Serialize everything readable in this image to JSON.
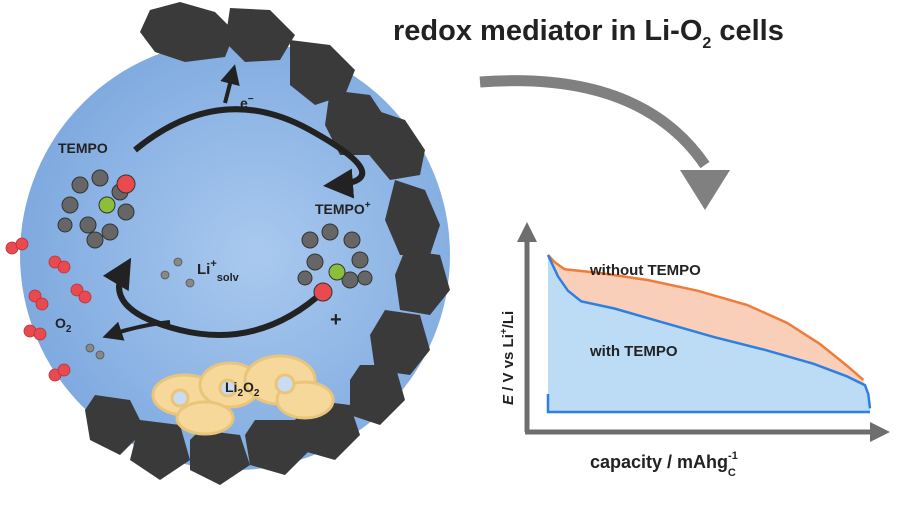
{
  "title": {
    "main": "redox mediator in Li-O",
    "sub": "2",
    "tail": " cells"
  },
  "cycle": {
    "tempo": "TEMPO",
    "tempo_plus_base": "TEMPO",
    "tempo_plus_sup": "+",
    "electron": "e",
    "electron_sup": "−",
    "li_base": "Li",
    "li_sup": "+",
    "li_sub": "solv",
    "o2_base": "O",
    "o2_sub": "2",
    "plus_sign": "+",
    "li2o2_a": "Li",
    "li2o2_b": "2",
    "li2o2_c": "O",
    "li2o2_d": "2"
  },
  "colors": {
    "electrolyte": "#8fb6e6",
    "carbon": "#3c3c3c",
    "oxygen": "#e84a50",
    "nitrogen": "#8bbf3a",
    "carbon_atom": "#666666",
    "li2o2": "#f6d99a",
    "without_line": "#f07c3a",
    "without_fill": "#f9cfb9",
    "with_line": "#2f7fe0",
    "with_fill": "#bcdcf6",
    "arrow": "#808080"
  },
  "chart_data": {
    "type": "line",
    "xlabel_base": "capacity / mAhg",
    "xlabel_sub": "C",
    "xlabel_sup": "-1",
    "ylabel_E": "E",
    "ylabel_mid": " / V vs Li",
    "ylabel_sup": "+",
    "ylabel_tail": "/Li",
    "series": [
      {
        "name": "without TEMPO",
        "x": [
          0.0,
          0.02,
          0.05,
          0.15,
          0.3,
          0.45,
          0.6,
          0.72,
          0.82,
          0.9,
          0.95
        ],
        "y": [
          0.88,
          0.84,
          0.8,
          0.78,
          0.74,
          0.68,
          0.6,
          0.5,
          0.38,
          0.26,
          0.18
        ]
      },
      {
        "name": "with TEMPO",
        "x": [
          0.0,
          0.01,
          0.03,
          0.06,
          0.1,
          0.2,
          0.35,
          0.5,
          0.65,
          0.8,
          0.9,
          0.955,
          0.965,
          0.97
        ],
        "y": [
          0.88,
          0.84,
          0.76,
          0.68,
          0.62,
          0.58,
          0.5,
          0.42,
          0.35,
          0.27,
          0.2,
          0.15,
          0.1,
          0.02
        ]
      }
    ]
  }
}
